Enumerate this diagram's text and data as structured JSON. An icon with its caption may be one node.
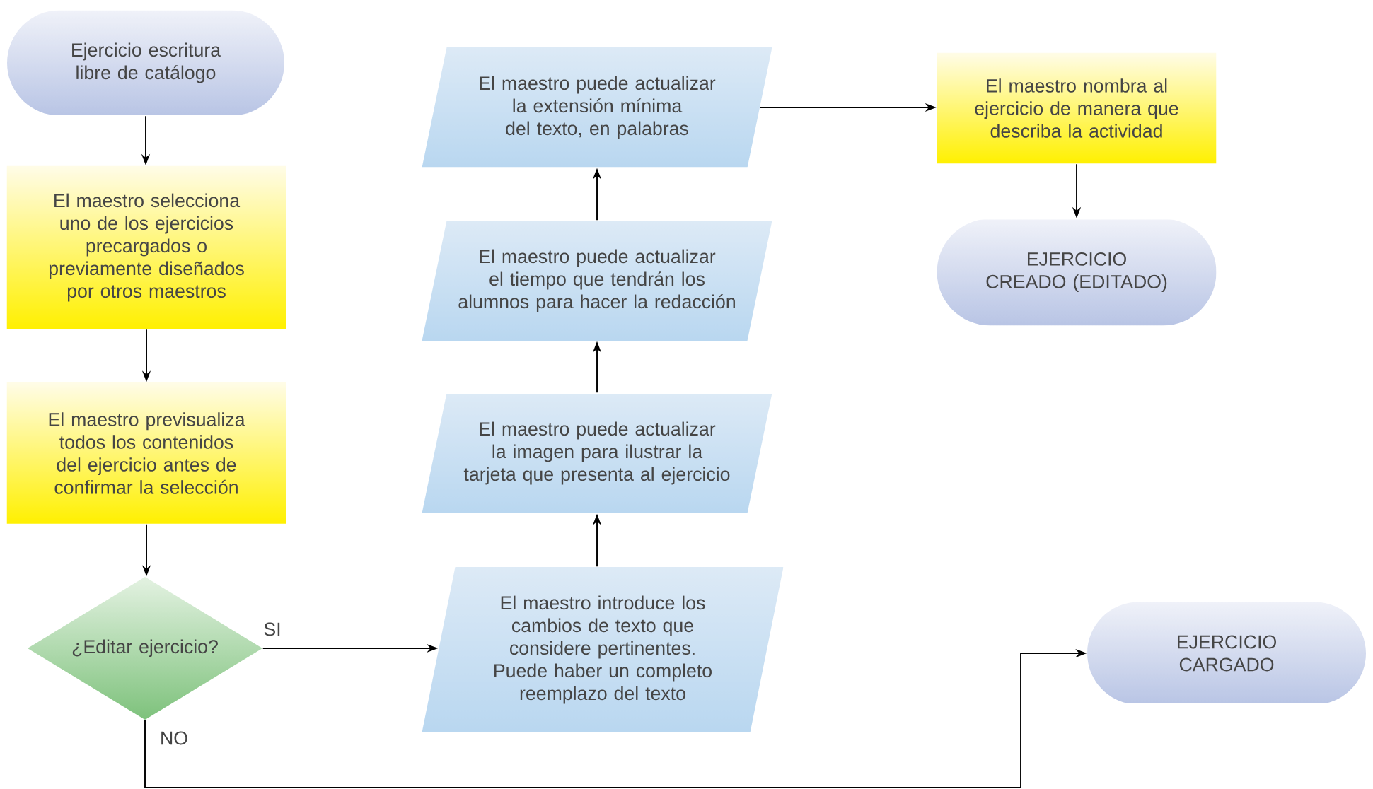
{
  "diagram": {
    "nodes": [
      {
        "text": [
          "Ejercicio escritura libre de catálogo"
        ]
      },
      {
        "text": [
          "El maestro selecciona uno de los ejercicios precargados o previamente diseñados por otros maestros"
        ]
      },
      {
        "text": [
          "El maestro previsualiza todos los contenidos del ejercicio antes de confirmar la selección"
        ]
      },
      {
        "text": [
          "¿Editar ejercicio?"
        ]
      },
      {
        "text": [
          "El maestro introduce los cambios de texto que considere pertinentes. Puede haber un completo reemplazo del texto"
        ]
      },
      {
        "text": [
          "El maestro puede actualizar la imagen para ilustrar la tarjeta que presenta al ejercicio"
        ]
      },
      {
        "text": [
          "El maestro puede actualizar el tiempo que tendrán los alumnos para hacer la redacción"
        ]
      },
      {
        "text": [
          "El maestro puede actualizar la extensión mínima del texto, en palabras"
        ]
      },
      {
        "text": [
          "El maestro nombra al ejercicio de manera que describa la actividad"
        ]
      },
      {
        "text": [
          "EJERCICIO CREADO (EDITADO)"
        ]
      },
      {
        "text": [
          "EJERCICIO CARGADO"
        ]
      }
    ],
    "edges": [
      {
        "from": 0,
        "to": 1,
        "arrow": "to"
      },
      {
        "from": 1,
        "to": 2,
        "arrow": "to"
      },
      {
        "from": 2,
        "to": 3,
        "arrow": "to"
      },
      {
        "from": 3,
        "to": 4,
        "arrow": "to",
        "label": "SI"
      },
      {
        "from": 4,
        "to": 5,
        "arrow": "to"
      },
      {
        "from": 5,
        "to": 6,
        "arrow": "to"
      },
      {
        "from": 6,
        "to": 7,
        "arrow": "to"
      },
      {
        "from": 7,
        "to": 8,
        "arrow": "to"
      },
      {
        "from": 8,
        "to": 9,
        "arrow": "to"
      },
      {
        "from": 3,
        "to": 10,
        "arrow": "to",
        "label": "NO"
      }
    ]
  }
}
